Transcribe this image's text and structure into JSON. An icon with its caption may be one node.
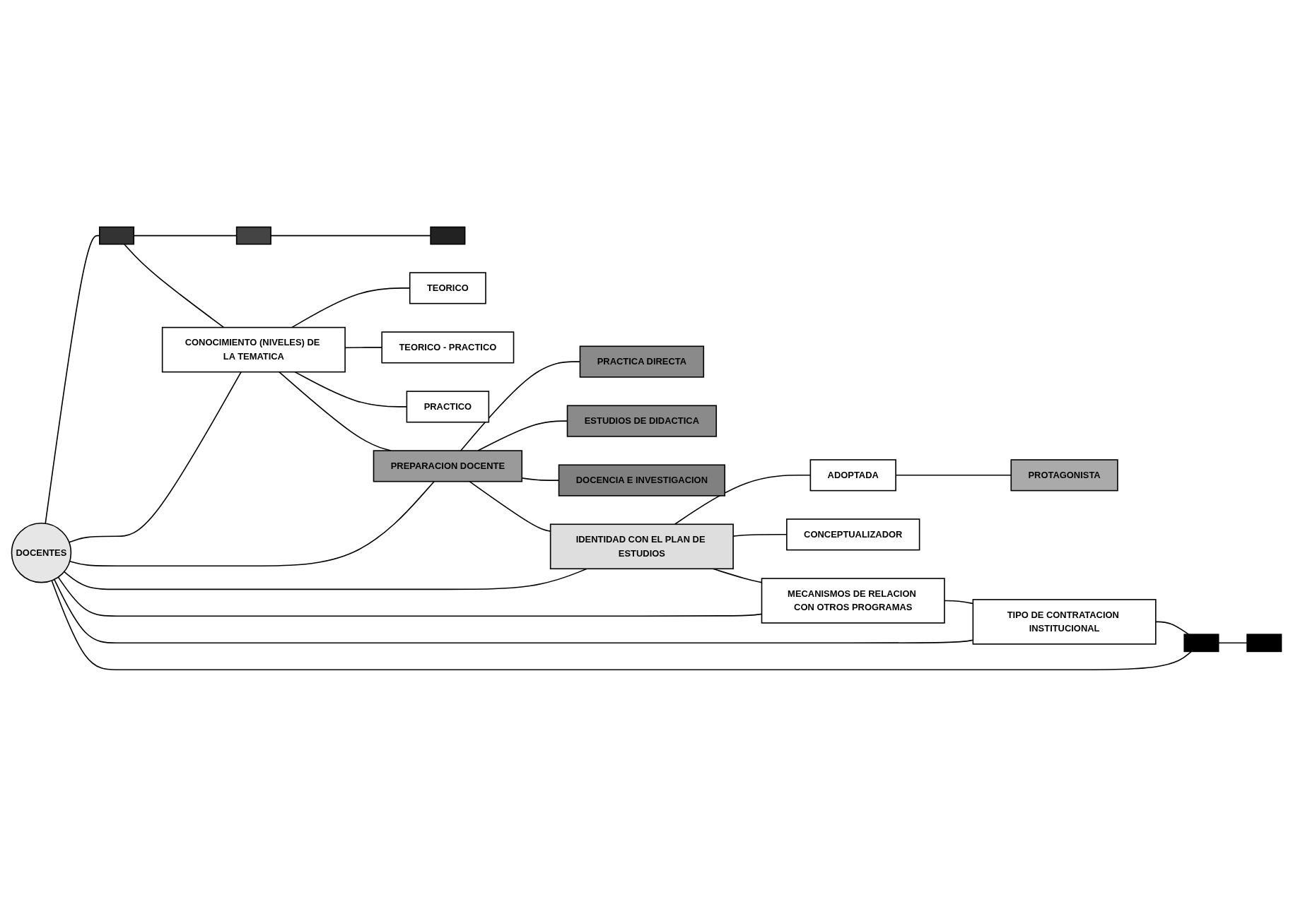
{
  "diagram": {
    "nodes": [
      {
        "text": [
          "DOCENTES"
        ]
      },
      {
        "text": [],
        "shape": "box"
      },
      {
        "text": [],
        "shape": "box"
      },
      {
        "text": [],
        "shape": "box"
      },
      {
        "text": [
          "CONOCIMIENTO (NIVELES) DE LA TEMATICA"
        ]
      },
      {
        "text": [
          "TEORICO"
        ]
      },
      {
        "text": [
          "TEORICO - PRACTICO"
        ]
      },
      {
        "text": [
          "PRACTICO"
        ]
      },
      {
        "text": [
          "PREPARACION DOCENTE"
        ]
      },
      {
        "text": [
          "PRACTICA DIRECTA"
        ]
      },
      {
        "text": [
          "ESTUDIOS DE DIDACTICA"
        ]
      },
      {
        "text": [
          "DOCENCIA E INVESTIGACION"
        ]
      },
      {
        "text": [
          "IDENTIDAD CON EL PLAN DE ESTUDIOS"
        ]
      },
      {
        "text": [
          "ADOPTADA"
        ]
      },
      {
        "text": [
          "PROTAGONISTA"
        ]
      },
      {
        "text": [
          "CONCEPTUALIZADOR"
        ]
      },
      {
        "text": [
          "MECANISMOS DE RELACION CON OTROS PROGRAMAS"
        ]
      },
      {
        "text": [
          "TIPO DE CONTRATACION INSTITUCIONAL"
        ]
      },
      {
        "text": [],
        "shape": "box"
      },
      {
        "text": [],
        "shape": "box"
      }
    ],
    "edges": [
      {
        "from": 0,
        "to": 1,
        "arrow": "none"
      },
      {
        "from": 0,
        "to": 4,
        "arrow": "none"
      },
      {
        "from": 0,
        "to": 8,
        "arrow": "none"
      },
      {
        "from": 0,
        "to": 12,
        "arrow": "none"
      },
      {
        "from": 0,
        "to": 16,
        "arrow": "none"
      },
      {
        "from": 0,
        "to": 17,
        "arrow": "none"
      },
      {
        "from": 0,
        "to": 18,
        "arrow": "none"
      },
      {
        "from": 1,
        "to": 2,
        "arrow": "none"
      },
      {
        "from": 2,
        "to": 3,
        "arrow": "none"
      },
      {
        "from": 1,
        "to": 4,
        "arrow": "none"
      },
      {
        "from": 4,
        "to": 5,
        "arrow": "none"
      },
      {
        "from": 4,
        "to": 6,
        "arrow": "none"
      },
      {
        "from": 4,
        "to": 7,
        "arrow": "none"
      },
      {
        "from": 4,
        "to": 8,
        "arrow": "none"
      },
      {
        "from": 8,
        "to": 9,
        "arrow": "none"
      },
      {
        "from": 8,
        "to": 10,
        "arrow": "none"
      },
      {
        "from": 8,
        "to": 11,
        "arrow": "none"
      },
      {
        "from": 8,
        "to": 12,
        "arrow": "none"
      },
      {
        "from": 12,
        "to": 13,
        "arrow": "none"
      },
      {
        "from": 13,
        "to": 14,
        "arrow": "none"
      },
      {
        "from": 12,
        "to": 15,
        "arrow": "none"
      },
      {
        "from": 12,
        "to": 16,
        "arrow": "none"
      },
      {
        "from": 16,
        "to": 17,
        "arrow": "none"
      },
      {
        "from": 17,
        "to": 18,
        "arrow": "none"
      },
      {
        "from": 18,
        "to": 19,
        "arrow": "none"
      }
    ]
  }
}
